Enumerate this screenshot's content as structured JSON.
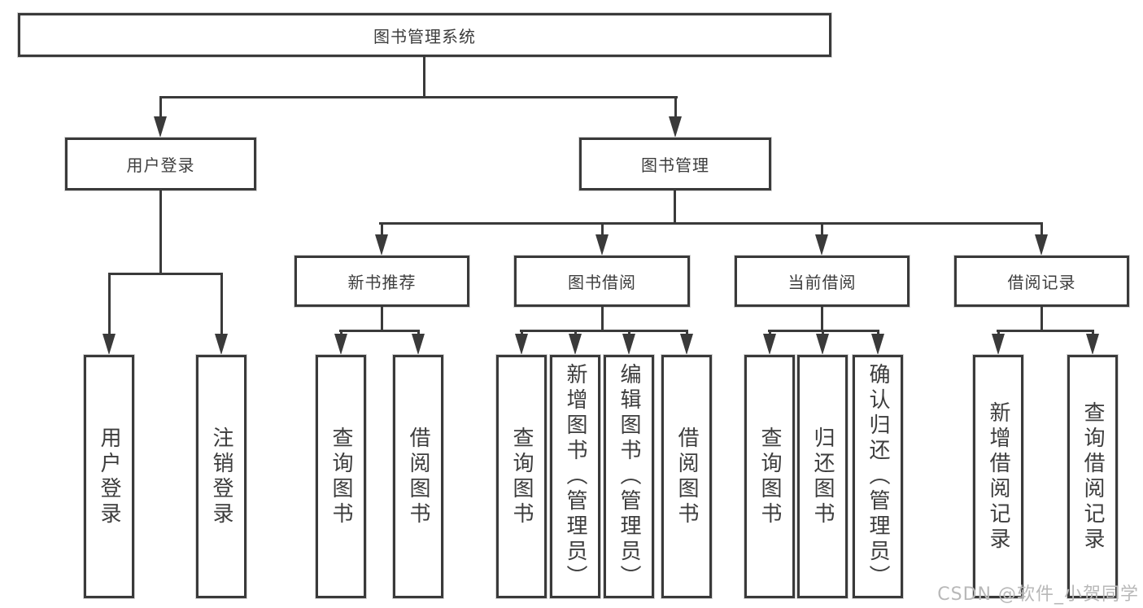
{
  "diagram": {
    "title": "图书管理系统",
    "level2": {
      "user_login": "用户登录",
      "book_mgmt": "图书管理"
    },
    "level3": {
      "new_books": "新书推荐",
      "borrowing": "图书借阅",
      "current": "当前借阅",
      "records": "借阅记录"
    },
    "leaves": {
      "user_login": [
        "用户登录",
        "注销登录"
      ],
      "new_books": [
        "查询图书",
        "借阅图书"
      ],
      "borrowing": [
        "查询图书",
        "新增图书（管理员）",
        "编辑图书（管理员）",
        "借阅图书"
      ],
      "current": [
        "查询图书",
        "归还图书",
        "确认归还（管理员）"
      ],
      "records": [
        "新增借阅记录",
        "查询借阅记录"
      ]
    }
  },
  "watermark": "CSDN @软件_小贺同学",
  "colors": {
    "line": "#3a3a3a",
    "text": "#3d3d3d",
    "box_fill": "#ffffff",
    "watermark": "#b8b8b8",
    "background": "#ffffff"
  }
}
